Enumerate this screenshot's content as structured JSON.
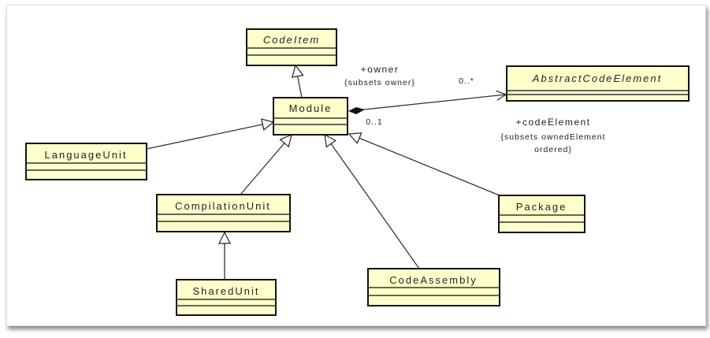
{
  "classes": {
    "code_item": {
      "name": "CodeItem",
      "abstract": true
    },
    "abstract_code_element": {
      "name": "AbstractCodeElement",
      "abstract": true
    },
    "module": {
      "name": "Module",
      "abstract": false
    },
    "language_unit": {
      "name": "LanguageUnit",
      "abstract": false
    },
    "compilation_unit": {
      "name": "CompilationUnit",
      "abstract": false
    },
    "shared_unit": {
      "name": "SharedUnit",
      "abstract": false
    },
    "package": {
      "name": "Package",
      "abstract": false
    },
    "code_assembly": {
      "name": "CodeAssembly",
      "abstract": false
    }
  },
  "association": {
    "owner_role": "+owner",
    "owner_constraint": "{subsets owner}",
    "owner_multiplicity": "0..1",
    "element_multiplicity": "0..*",
    "element_role": "+codeElement",
    "element_constraint_1": "{subsets ownedElement",
    "element_constraint_2": "ordered}"
  },
  "colors": {
    "class_fill": "#FFFFCC",
    "stroke": "#111111"
  }
}
